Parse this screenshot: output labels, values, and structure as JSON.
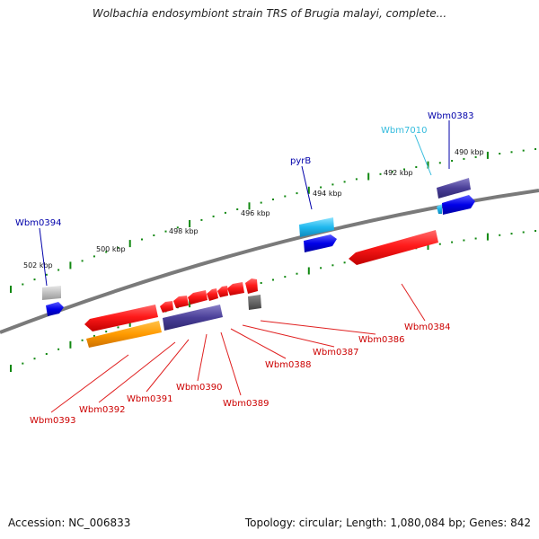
{
  "title": "Wolbachia endosymbiont strain TRS of Brugia malayi, complete...",
  "footer": {
    "accession": "Accession: NC_006833",
    "summary": "Topology: circular; Length: 1,080,084 bp; Genes: 842"
  },
  "colors": {
    "backbone": "#7a7a7a",
    "tick": "#118811",
    "label_blue": "#0000aa",
    "label_cyan": "#33bbdd",
    "label_red": "#cc0000",
    "leader_red": "#e02020"
  },
  "scale_labels": [
    "502 kbp",
    "500 kbp",
    "498 kbp",
    "496 kbp",
    "494 kbp",
    "492 kbp",
    "490 kbp"
  ],
  "genes_top": [
    {
      "label": "Wbm0394",
      "color": "#0000aa"
    },
    {
      "label": "pyrB",
      "color": "#0000aa"
    },
    {
      "label": "Wbm7010",
      "color": "#33bbdd"
    },
    {
      "label": "Wbm0383",
      "color": "#0000aa"
    }
  ],
  "genes_bottom": [
    {
      "label": "Wbm0384"
    },
    {
      "label": "Wbm0386"
    },
    {
      "label": "Wbm0387"
    },
    {
      "label": "Wbm0388"
    },
    {
      "label": "Wbm0389"
    },
    {
      "label": "Wbm0390"
    },
    {
      "label": "Wbm0391"
    },
    {
      "label": "Wbm0392"
    },
    {
      "label": "Wbm0393"
    }
  ]
}
